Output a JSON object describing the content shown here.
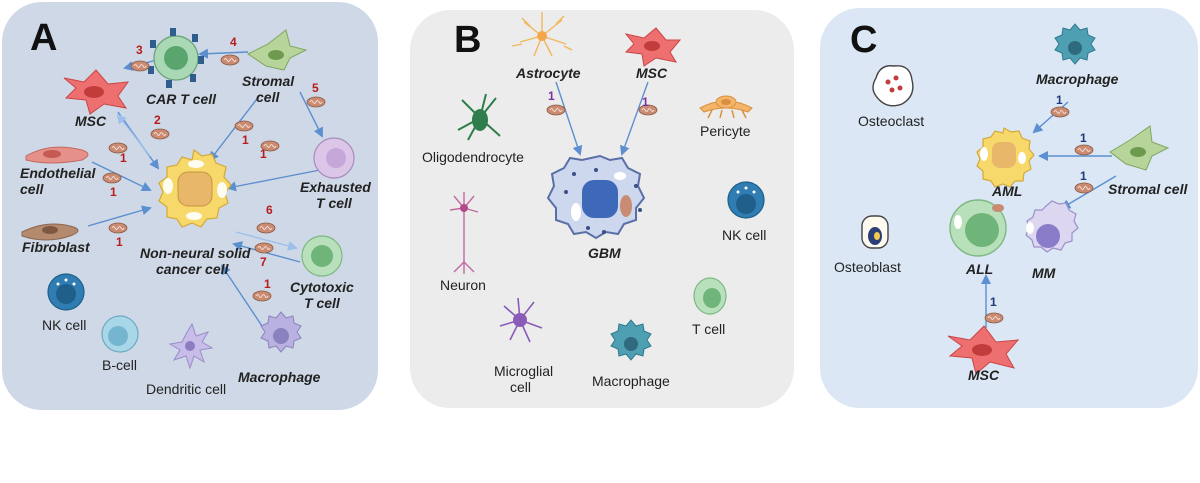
{
  "panels": {
    "a": {
      "letter": "A",
      "labels": {
        "msc": "MSC",
        "car_t_line1": "CAR T cell",
        "stromal_line1": "Stromal",
        "stromal_line2": "cell",
        "endothelial_line1": "Endothelial",
        "endothelial_line2": "cell",
        "fibroblast": "Fibroblast",
        "center_line1": "Non-neural solid",
        "center_line2": "cancer cell",
        "exhausted_line1": "Exhausted",
        "exhausted_line2": "T cell",
        "cytotoxic_line1": "Cytotoxic",
        "cytotoxic_line2": "T cell",
        "nk": "NK cell",
        "bcell": "B-cell",
        "dendritic": "Dendritic cell",
        "macrophage": "Macrophage"
      },
      "numbers": {
        "n_car_msc": "3",
        "n_stromal_car": "4",
        "n_stromal_exh": "5",
        "n_msc_center": "2",
        "n_stromal_center": "1",
        "n_exh_center": "1",
        "n_endo_1": "1",
        "n_endo_2": "1",
        "n_fib": "1",
        "n_cyto_6": "6",
        "n_cyto_7": "7",
        "n_mac": "1"
      }
    },
    "b": {
      "letter": "B",
      "labels": {
        "astrocyte": "Astrocyte",
        "msc": "MSC",
        "oligo": "Oligodendrocyte",
        "pericyte": "Pericyte",
        "gbm": "GBM",
        "neuron": "Neuron",
        "nk": "NK cell",
        "microglial_line1": "Microglial",
        "microglial_line2": "cell",
        "macrophage": "Macrophage",
        "tcell": "T cell"
      },
      "numbers": {
        "n_astro": "1",
        "n_msc": "1"
      }
    },
    "c": {
      "letter": "C",
      "labels": {
        "osteoclast": "Osteoclast",
        "macrophage": "Macrophage",
        "aml": "AML",
        "stromal": "Stromal cell",
        "osteoblast": "Osteoblast",
        "all": "ALL",
        "mm": "MM",
        "msc": "MSC"
      },
      "numbers": {
        "n_mac": "1",
        "n_stromal_aml": "1",
        "n_stromal_mm": "1",
        "n_msc": "1"
      }
    }
  },
  "colors": {
    "panel_a_bg": "#cfd8e6",
    "panel_b_bg": "#ececec",
    "panel_c_bg": "#dbe7f5",
    "arrow": "#5b8fd0",
    "arrow_light": "#9cc0ea",
    "cancer_outer": "#f7d96b",
    "cancer_nucleus": "#e8b76a",
    "gbm": "#9db4e0",
    "msc": "#ee6f6f",
    "mito": "#c98b72"
  }
}
